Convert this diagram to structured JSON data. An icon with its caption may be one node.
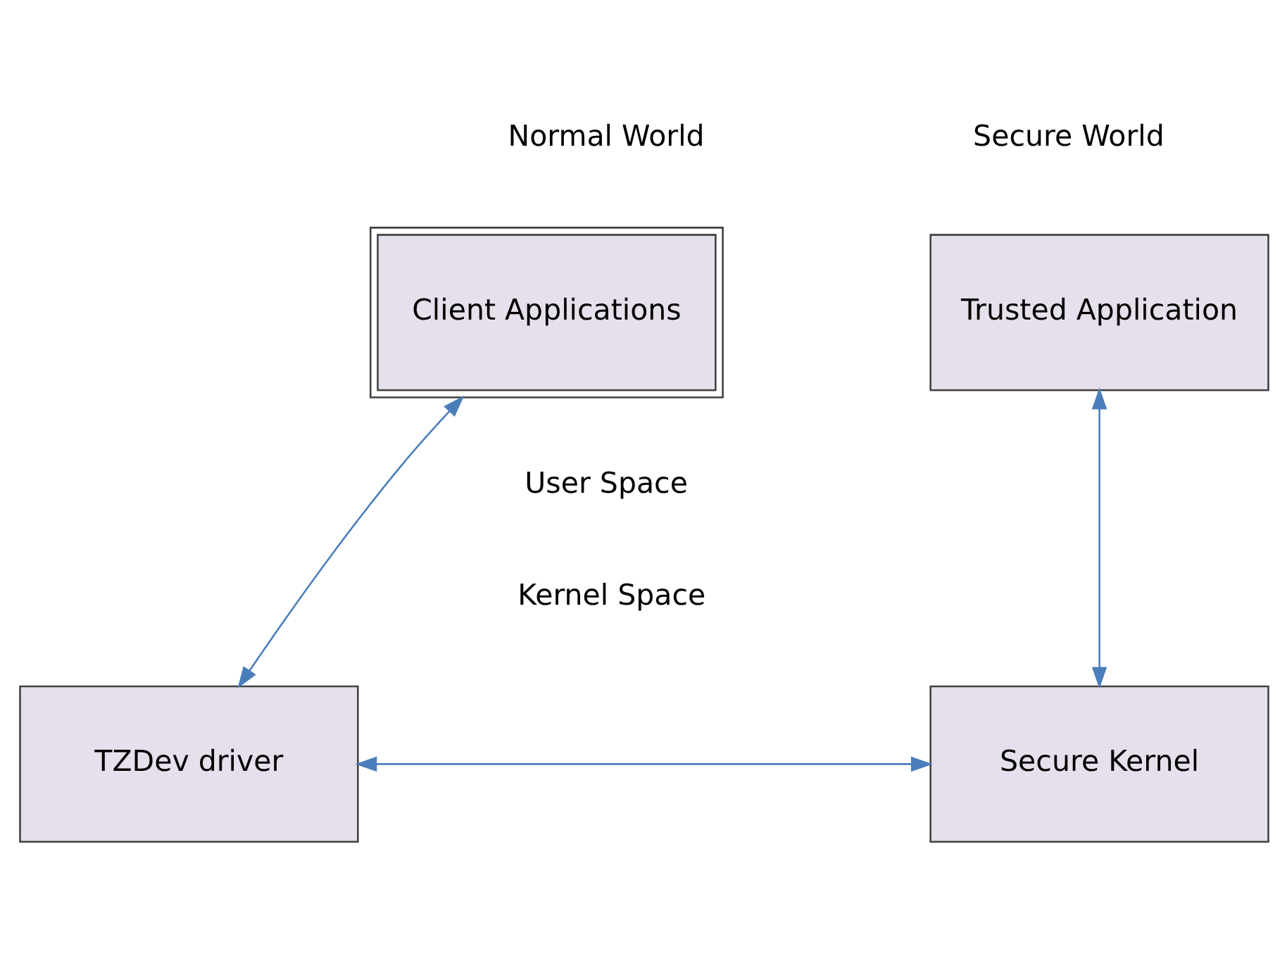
{
  "diagram": {
    "nodes": [
      {
        "text": [
          "Client Applications"
        ]
      },
      {
        "text": [
          "Trusted Application"
        ]
      },
      {
        "text": [
          "TZDev driver"
        ]
      },
      {
        "text": [
          "Secure Kernel"
        ]
      }
    ],
    "edges": [
      {
        "from": 0,
        "to": 2,
        "arrow": "both"
      },
      {
        "from": 1,
        "to": 3,
        "arrow": "both"
      },
      {
        "from": 2,
        "to": 3,
        "arrow": "both"
      }
    ],
    "labels": [
      "Normal World",
      "Secure World",
      "User Space",
      "Kernel Space"
    ]
  }
}
